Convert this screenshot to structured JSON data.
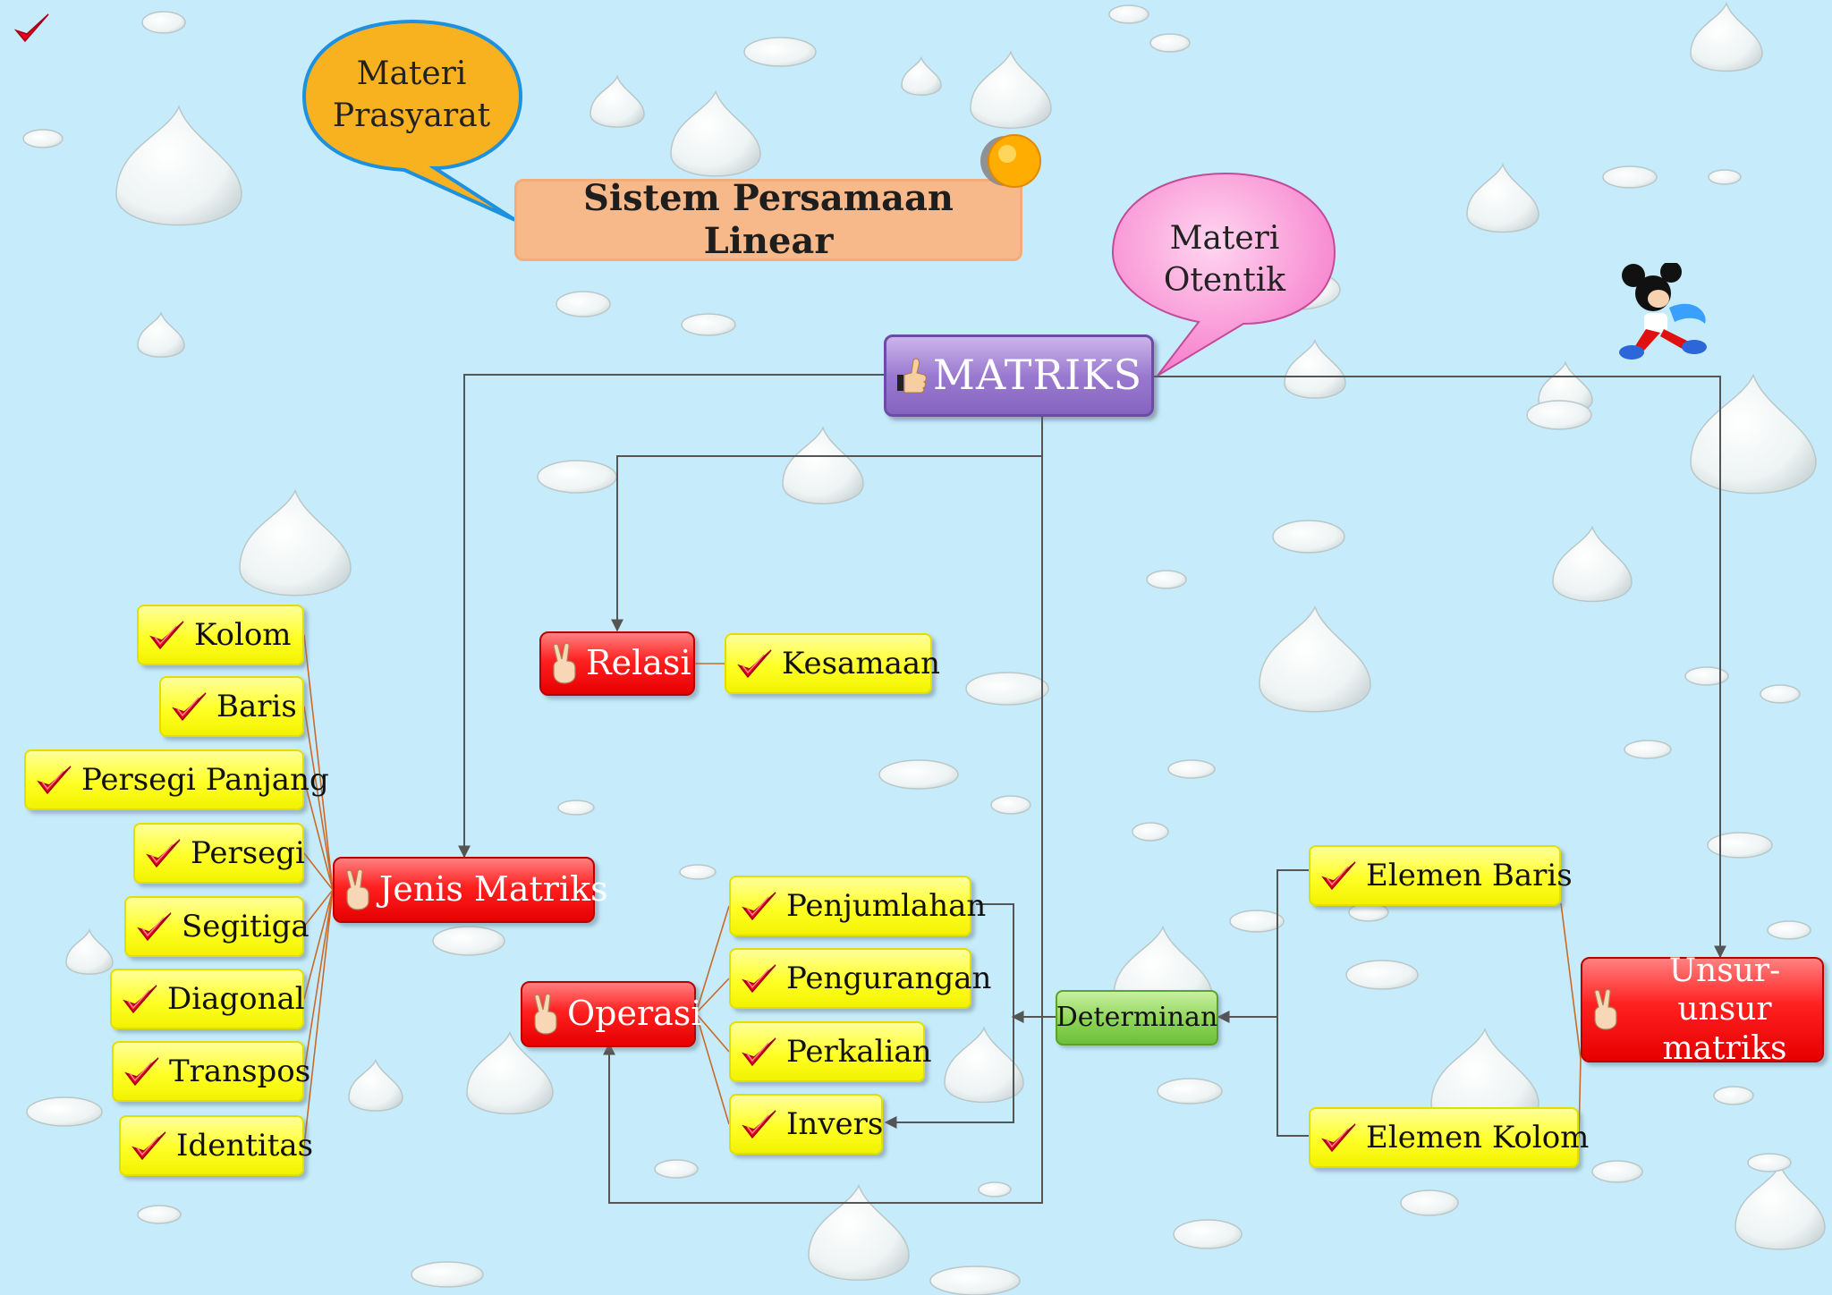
{
  "colors": {
    "background": "#c6ecfb",
    "leaf_fill": "#ffff26",
    "red_fill": "#ff2020",
    "green_fill": "#8ed458",
    "root_fill": "#9a7ad0",
    "title_fill": "#f7b98a",
    "callout_orange": "#f9b21f",
    "callout_pink": "#fa9bd8",
    "connector": "#555555",
    "leaf_connector": "#c86a2a"
  },
  "title": {
    "label": "Sistem Persamaan Linear"
  },
  "callouts": {
    "prasyarat": {
      "line1": "Materi",
      "line2": "Prasyarat"
    },
    "otentik": {
      "line1": "Materi",
      "line2": "Otentik"
    }
  },
  "root": {
    "label": "MATRIKS",
    "icon": "thumbs-up-icon"
  },
  "branches": {
    "relasi": {
      "label": "Relasi",
      "icon": "peace-hand-icon"
    },
    "jenis": {
      "label": "Jenis Matriks",
      "icon": "peace-hand-icon"
    },
    "operasi": {
      "label": "Operasi",
      "icon": "peace-hand-icon"
    },
    "unsur": {
      "line1": "Unsur-unsur",
      "line2": "matriks",
      "icon": "peace-hand-icon"
    },
    "determinan": {
      "label": "Determinan"
    }
  },
  "leaves": {
    "jenis": [
      "Kolom",
      "Baris",
      "Persegi Panjang",
      "Persegi",
      "Segitiga",
      "Diagonal",
      "Transpos",
      "Identitas"
    ],
    "relasi": [
      "Kesamaan"
    ],
    "operasi": [
      "Penjumlahan",
      "Pengurangan",
      "Perkalian",
      "Invers"
    ],
    "unsur": [
      "Elemen Baris",
      "Elemen Kolom"
    ]
  },
  "decorations": [
    "check-mark-icon",
    "mickey-mouse-figure",
    "lightbulb-icon",
    "water-drop-pattern"
  ]
}
